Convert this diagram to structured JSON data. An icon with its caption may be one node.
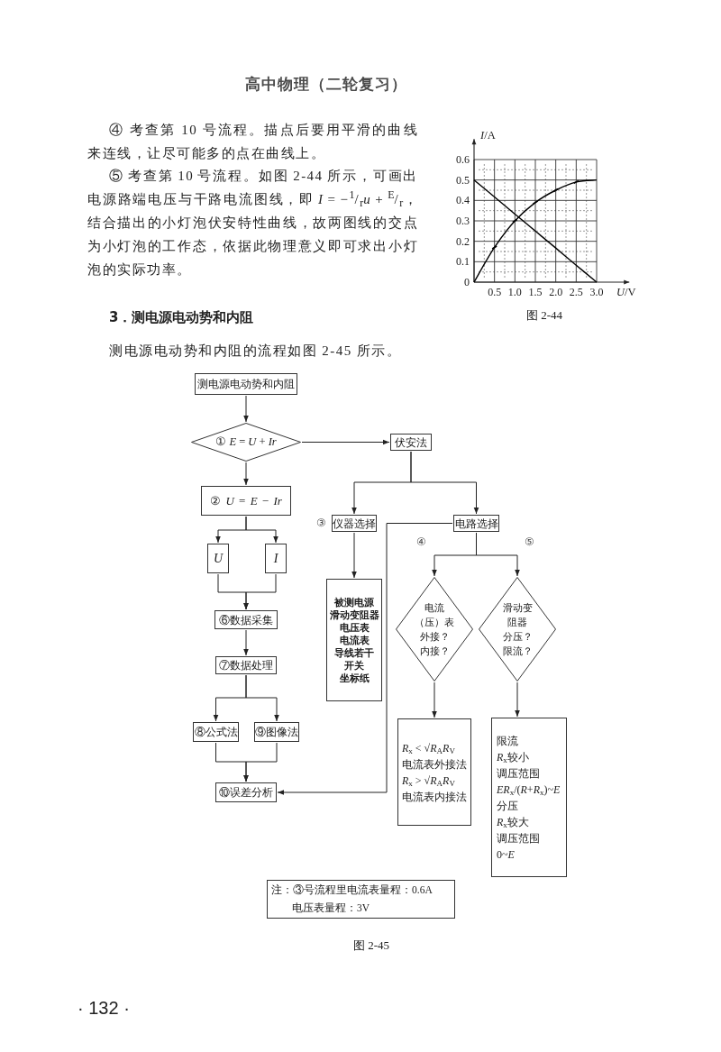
{
  "diagram": {
    "nodes": [
      {
        "text": [
          "测电源电动势和内阻"
        ]
      },
      {
        "text": [
          "① *E* = *U* + *Ir*"
        ]
      },
      {
        "text": [
          "伏安法"
        ]
      },
      {
        "text": [
          "② *U* = *E* − *Ir*"
        ]
      },
      {
        "text": [
          "U"
        ]
      },
      {
        "text": [
          "I"
        ]
      },
      {
        "text": [
          "⑥数据采集"
        ]
      },
      {
        "text": [
          "⑦数据处理"
        ]
      },
      {
        "text": [
          "⑧公式法"
        ]
      },
      {
        "text": [
          "⑨图像法"
        ]
      },
      {
        "text": [
          "⑩误差分析"
        ]
      },
      {
        "text": [
          "仪器选择"
        ],
        "beside": [
          "③"
        ]
      },
      {
        "text": [
          "被测电源",
          "滑动变阻器",
          "电压表",
          "电流表",
          "导线若干",
          "开关",
          "坐标纸"
        ]
      },
      {
        "text": [
          "电路选择"
        ]
      },
      {
        "text": [
          "电流（压）表",
          "外接？",
          "内接？"
        ]
      },
      {
        "text": [
          "滑动变阻器",
          "分压？",
          "限流？"
        ]
      },
      {
        "text": [
          "*R*$_{x}$ < √*R*$_{A}$*R*$_{V}$",
          "电流表外接法",
          "*R*$_{x}$ > √*R*$_{A}$*R*$_{V}$",
          "电流表内接法"
        ]
      },
      {
        "text": [
          "限流",
          "*R*$_{x}$较小",
          "调压范围",
          "*ER*$_{x}$/(*R*+*R*$_{x}$)~*E*",
          "分压",
          "*R*$_{x}$较大",
          "调压范围",
          "0~*E*"
        ]
      },
      {
        "text": [
          "注：③号流程里电流表量程：0.6A",
          "电压表量程：3V"
        ]
      }
    ],
    "edges": [
      {
        "from": 0,
        "to": 1,
        "arrow": "to"
      },
      {
        "from": 1,
        "to": 2,
        "arrow": "to"
      },
      {
        "from": 1,
        "to": 3,
        "arrow": "to"
      },
      {
        "from": 2,
        "to": 11,
        "arrow": "to"
      },
      {
        "from": 2,
        "to": 13,
        "arrow": "to"
      },
      {
        "from": 3,
        "to": 4,
        "arrow": "to"
      },
      {
        "from": 3,
        "to": 5,
        "arrow": "to"
      },
      {
        "from": 4,
        "to": 6,
        "arrow": "to"
      },
      {
        "from": 5,
        "to": 6,
        "arrow": "to"
      },
      {
        "from": 6,
        "to": 7,
        "arrow": "to"
      },
      {
        "from": 7,
        "to": 8,
        "arrow": "to"
      },
      {
        "from": 7,
        "to": 9,
        "arrow": "to"
      },
      {
        "from": 8,
        "to": 10,
        "arrow": "to"
      },
      {
        "from": 9,
        "to": 10,
        "arrow": "to"
      },
      {
        "from": 11,
        "to": 12,
        "arrow": "to"
      },
      {
        "from": 13,
        "to": 10,
        "arrow": "to"
      },
      {
        "from": 13,
        "to": 14,
        "arrow": "to"
      },
      {
        "from": 13,
        "to": 15,
        "arrow": "to"
      },
      {
        "from": 14,
        "to": 16,
        "arrow": "to"
      },
      {
        "from": 15,
        "to": 17,
        "arrow": "to"
      }
    ],
    "labels": [
      "高中物理（二轮复习）",
      "④ 考查第 10 号流程。描点后要用平滑的曲线来连线，让尽可能多的点在曲线上。",
      "⑤ 考查第 10 号流程。如图 2-44 所示，可画出电源路端电压与干路电流图线，即 *I* = −$^{1}$/$_{r}$*u* + $^{E}$/$_{r}$，结合描出的小灯泡伏安特性曲线，故两图线的交点为小灯泡的工作态，依据此物理意义即可求出小灯泡的实际功率。",
      "图 2-44",
      "3．测电源电动势和内阻",
      "测电源电动势和内阻的流程如图 2-45 所示。",
      "④",
      "⑤",
      "图 2-45",
      "· 132 ·"
    ],
    "chart_data": {
      "type": "line",
      "xlabel": "*U*/V",
      "ylabel": "*I*/A",
      "x": [
        0,
        0.5,
        1.0,
        1.5,
        2.0,
        2.5,
        3.0
      ],
      "series": [
        {
          "color": "#000000",
          "values": [
            0.5,
            0.417,
            0.333,
            0.25,
            0.167,
            0.083,
            0
          ]
        },
        {
          "color": "#000000",
          "values": [
            0,
            0.17,
            0.3,
            0.39,
            0.45,
            0.49,
            0.5
          ]
        }
      ],
      "xlim": [
        0,
        3.8
      ],
      "ylim": [
        0,
        0.7
      ],
      "grid": true,
      "xticks": [
        {
          "value": 0.5,
          "label": "0.5"
        },
        {
          "value": 1.0,
          "label": "1.0"
        },
        {
          "value": 1.5,
          "label": "1.5"
        },
        {
          "value": 2.0,
          "label": "2.0"
        },
        {
          "value": 2.5,
          "label": "2.5"
        },
        {
          "value": 3.0,
          "label": "3.0"
        }
      ],
      "yticks": [
        {
          "value": 0,
          "label": "0"
        },
        {
          "value": 0.1,
          "label": "0.1"
        },
        {
          "value": 0.2,
          "label": "0.2"
        },
        {
          "value": 0.3,
          "label": "0.3"
        },
        {
          "value": 0.4,
          "label": "0.4"
        },
        {
          "value": 0.5,
          "label": "0.5"
        },
        {
          "value": 0.6,
          "label": "0.6"
        }
      ]
    }
  }
}
